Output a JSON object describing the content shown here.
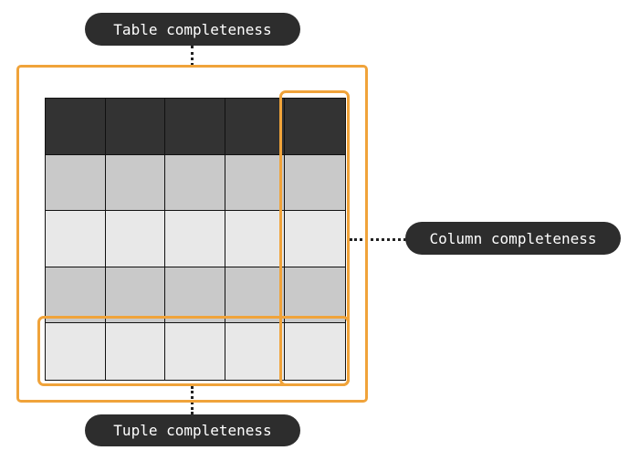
{
  "diagram": {
    "labels": {
      "table": "Table completeness",
      "column": "Column completeness",
      "tuple": "Tuple completeness"
    },
    "grid": {
      "rows": 5,
      "columns": 5,
      "row_colors": [
        "#333333",
        "#C9C9C9",
        "#E8E8E8",
        "#C9C9C9",
        "#E8E8E8"
      ]
    },
    "colors": {
      "highlight": "#F0A33A",
      "pill_background": "#2D2D2D",
      "pill_text": "#FFFFFF",
      "connector": "#222222"
    }
  }
}
